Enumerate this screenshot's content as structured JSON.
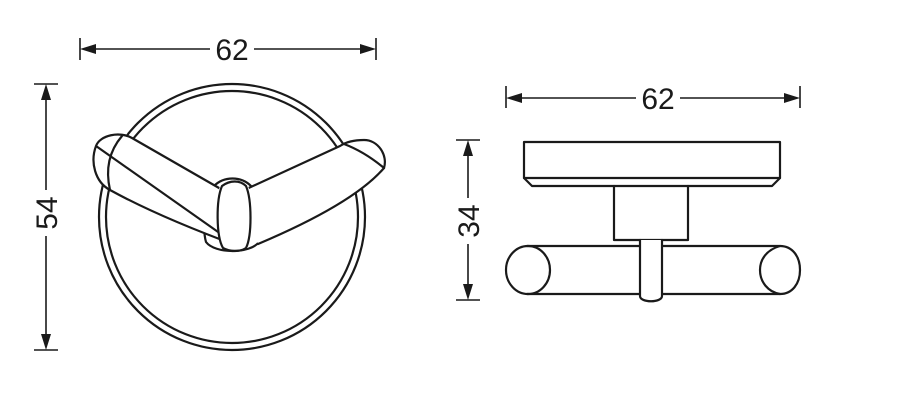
{
  "front_view": {
    "width_label": "62",
    "height_label": "54"
  },
  "side_view": {
    "width_label": "62",
    "height_label": "34"
  },
  "colors": {
    "line": "#1a1a1a",
    "background": "#ffffff"
  }
}
